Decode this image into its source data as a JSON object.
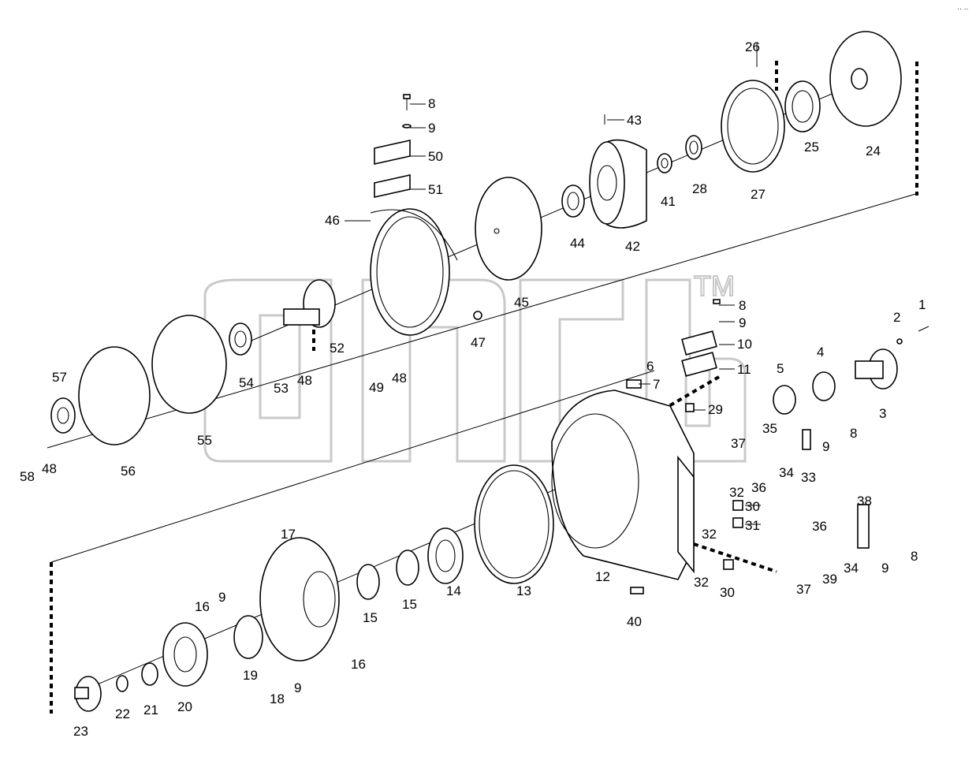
{
  "watermark": {
    "text": "dnd",
    "mark": "TM",
    "color": "#c9c9c9"
  },
  "corner_mark": "·· ··",
  "labels": {
    "p1": "1",
    "p2": "2",
    "p3": "3",
    "p4": "4",
    "p5": "5",
    "p6": "6",
    "p7": "7",
    "p8a": "8",
    "p8b": "8",
    "p8c": "8",
    "p8d": "8",
    "p9a": "9",
    "p9b": "9",
    "p9c": "9",
    "p9d": "9",
    "p9e": "9",
    "p9f": "9",
    "p10": "10",
    "p11": "11",
    "p12": "12",
    "p13": "13",
    "p14": "14",
    "p15a": "15",
    "p15b": "15",
    "p16a": "16",
    "p16b": "16",
    "p17": "17",
    "p18": "18",
    "p19": "19",
    "p20": "20",
    "p21": "21",
    "p22": "22",
    "p23": "23",
    "p24": "24",
    "p25": "25",
    "p26": "26",
    "p27": "27",
    "p28": "28",
    "p29": "29",
    "p30a": "30",
    "p30b": "30",
    "p31": "31",
    "p32a": "32",
    "p32b": "32",
    "p32c": "32",
    "p33": "33",
    "p34a": "34",
    "p34b": "34",
    "p35": "35",
    "p36a": "36",
    "p36b": "36",
    "p37a": "37",
    "p37b": "37",
    "p38": "38",
    "p39": "39",
    "p40": "40",
    "p41": "41",
    "p42": "42",
    "p43": "43",
    "p44": "44",
    "p45": "45",
    "p46": "46",
    "p47": "47",
    "p48a": "48",
    "p48b": "48",
    "p48c": "48",
    "p49": "49",
    "p50": "50",
    "p51": "51",
    "p52": "52",
    "p53": "53",
    "p54": "54",
    "p55": "55",
    "p56": "56",
    "p57": "57",
    "p58": "58"
  }
}
